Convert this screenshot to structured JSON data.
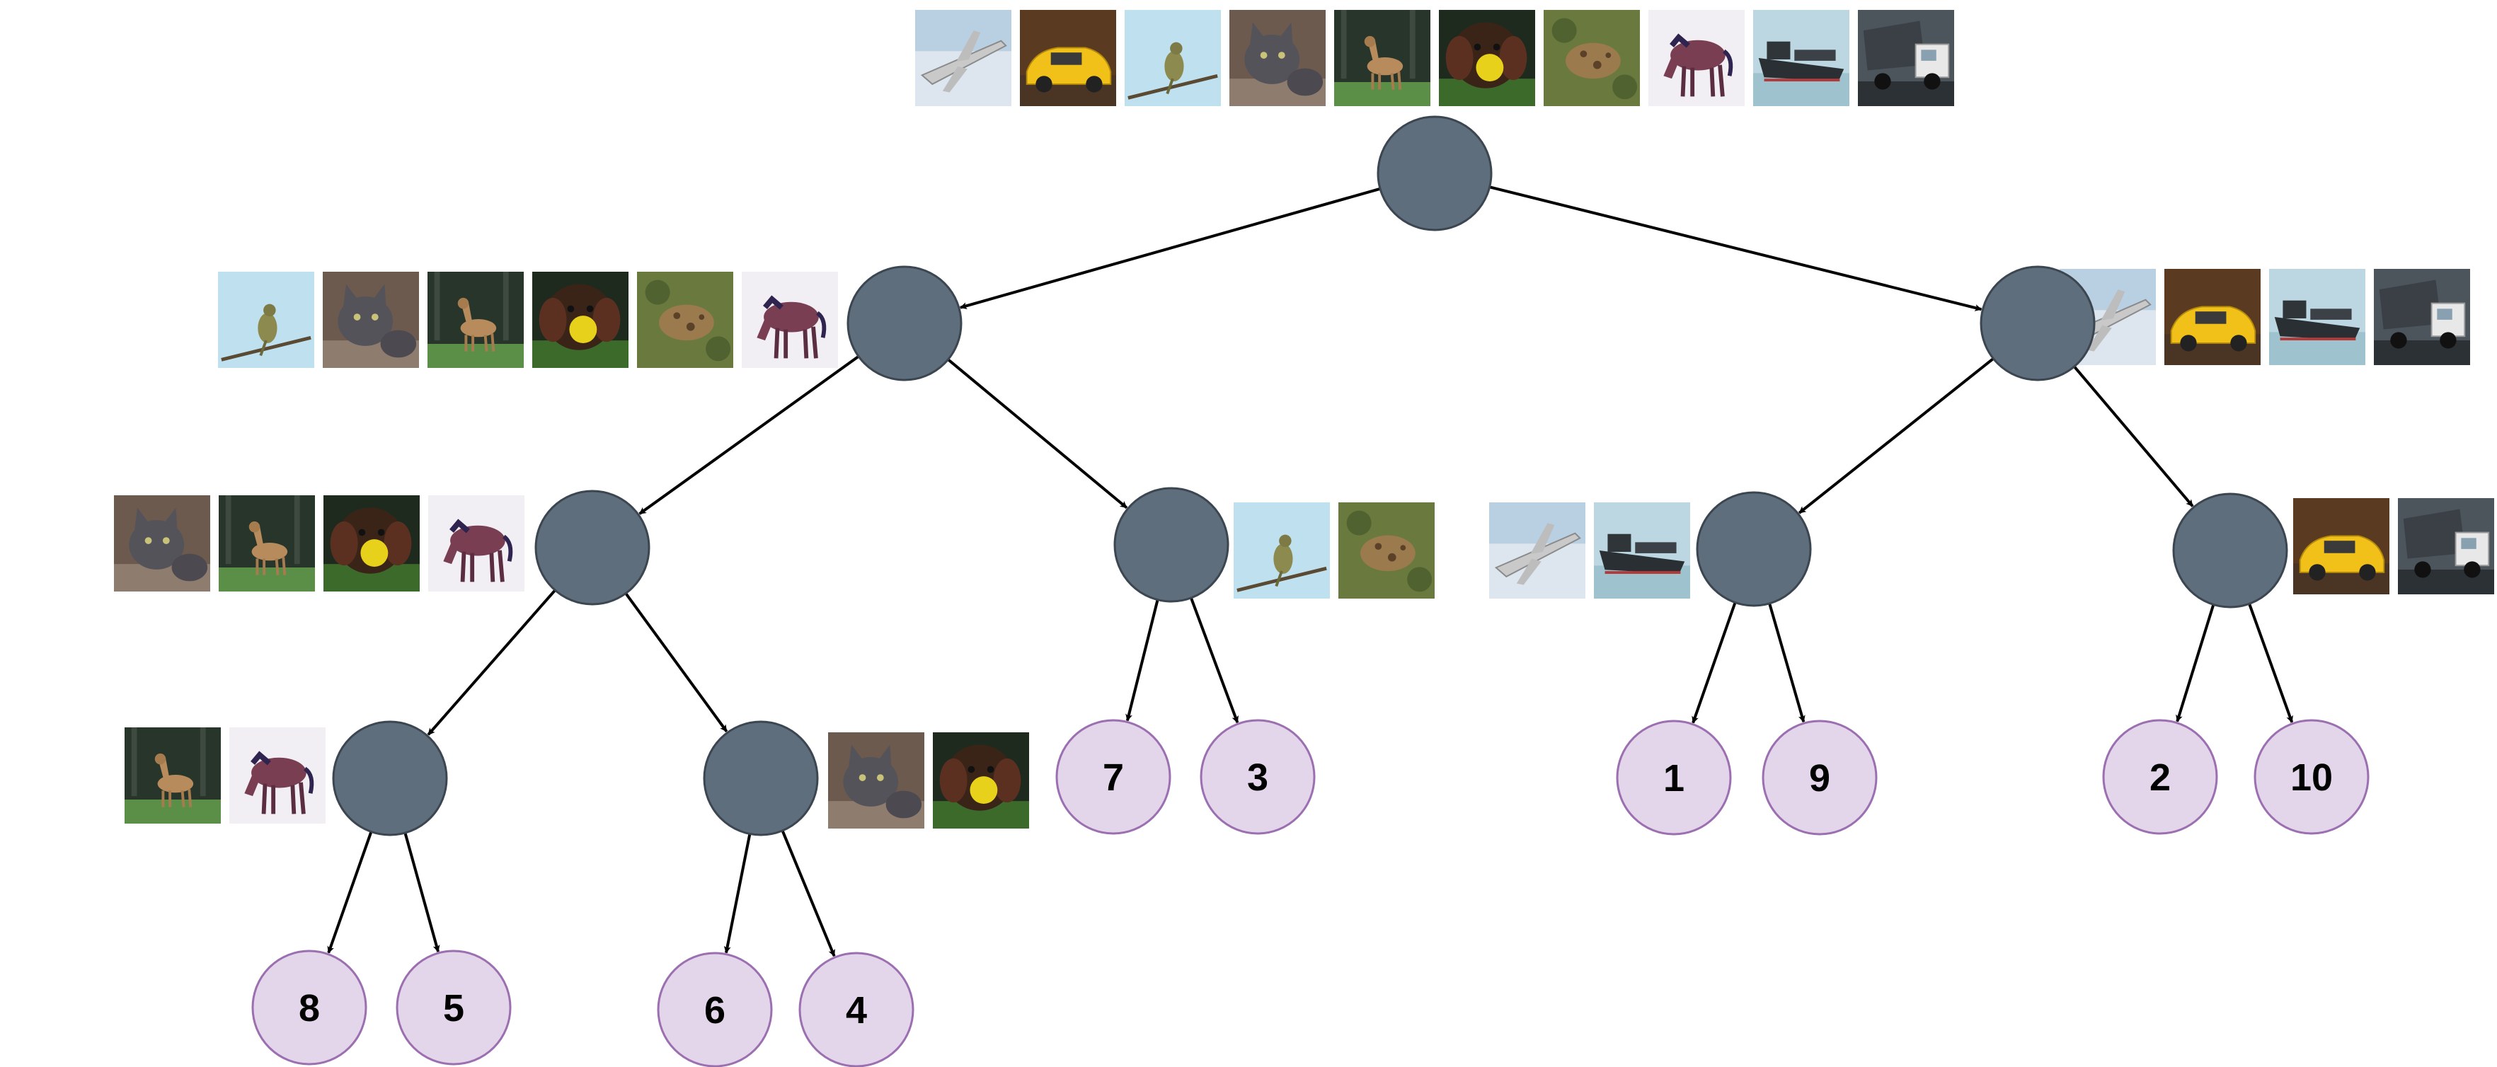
{
  "colors": {
    "internal_node_fill": "#5f6e7c",
    "internal_node_stroke": "#3b4651",
    "leaf_node_fill": "#e3d5ea",
    "leaf_node_stroke": "#9b6fb0",
    "edge": "#000000"
  },
  "image_classes": [
    "airplane",
    "automobile",
    "bird",
    "cat",
    "deer",
    "dog",
    "frog",
    "horse",
    "ship",
    "truck"
  ],
  "tree": {
    "internal_nodes": [
      {
        "id": "root",
        "images": [
          "airplane",
          "automobile",
          "bird",
          "cat",
          "deer",
          "dog",
          "frog",
          "horse",
          "ship",
          "truck"
        ]
      },
      {
        "id": "animals",
        "images": [
          "bird",
          "cat",
          "deer",
          "dog",
          "frog",
          "horse"
        ]
      },
      {
        "id": "vehicles",
        "images": [
          "airplane",
          "automobile",
          "ship",
          "truck"
        ]
      },
      {
        "id": "mammals",
        "images": [
          "cat",
          "deer",
          "dog",
          "horse"
        ]
      },
      {
        "id": "bird-frog",
        "images": [
          "bird",
          "frog"
        ]
      },
      {
        "id": "airplane-ship",
        "images": [
          "airplane",
          "ship"
        ]
      },
      {
        "id": "automobile-truck",
        "images": [
          "automobile",
          "truck"
        ]
      },
      {
        "id": "deer-horse",
        "images": [
          "deer",
          "horse"
        ]
      },
      {
        "id": "cat-dog",
        "images": [
          "cat",
          "dog"
        ]
      }
    ],
    "leaves": [
      {
        "id": "leaf-8",
        "label": "8"
      },
      {
        "id": "leaf-5",
        "label": "5"
      },
      {
        "id": "leaf-6",
        "label": "6"
      },
      {
        "id": "leaf-4",
        "label": "4"
      },
      {
        "id": "leaf-7",
        "label": "7"
      },
      {
        "id": "leaf-3",
        "label": "3"
      },
      {
        "id": "leaf-1",
        "label": "1"
      },
      {
        "id": "leaf-9",
        "label": "9"
      },
      {
        "id": "leaf-2",
        "label": "2"
      },
      {
        "id": "leaf-10",
        "label": "10"
      }
    ],
    "edges": [
      [
        "root",
        "animals"
      ],
      [
        "root",
        "vehicles"
      ],
      [
        "animals",
        "mammals"
      ],
      [
        "animals",
        "bird-frog"
      ],
      [
        "vehicles",
        "airplane-ship"
      ],
      [
        "vehicles",
        "automobile-truck"
      ],
      [
        "mammals",
        "deer-horse"
      ],
      [
        "mammals",
        "cat-dog"
      ],
      [
        "bird-frog",
        "leaf-7"
      ],
      [
        "bird-frog",
        "leaf-3"
      ],
      [
        "airplane-ship",
        "leaf-1"
      ],
      [
        "airplane-ship",
        "leaf-9"
      ],
      [
        "automobile-truck",
        "leaf-2"
      ],
      [
        "automobile-truck",
        "leaf-10"
      ],
      [
        "deer-horse",
        "leaf-8"
      ],
      [
        "deer-horse",
        "leaf-5"
      ],
      [
        "cat-dog",
        "leaf-6"
      ],
      [
        "cat-dog",
        "leaf-4"
      ]
    ]
  }
}
